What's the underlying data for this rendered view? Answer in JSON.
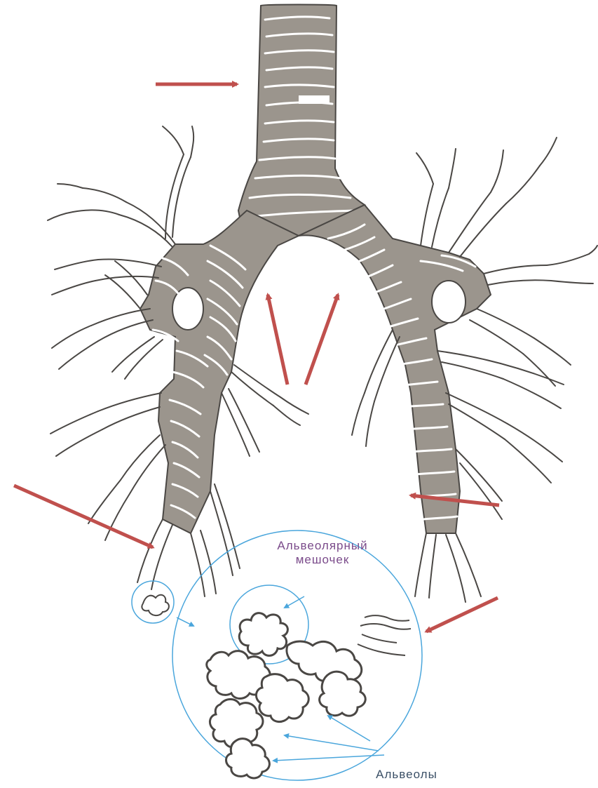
{
  "labels": {
    "alveolar_sac_line1": "Альвеолярный",
    "alveolar_sac_line2": "мешочек",
    "alveoli": "Альвеолы"
  },
  "colors": {
    "airway_fill": "#9b958d",
    "outline": "#4a4744",
    "arrow": "#c0504d",
    "callout": "#4aa6dc"
  }
}
